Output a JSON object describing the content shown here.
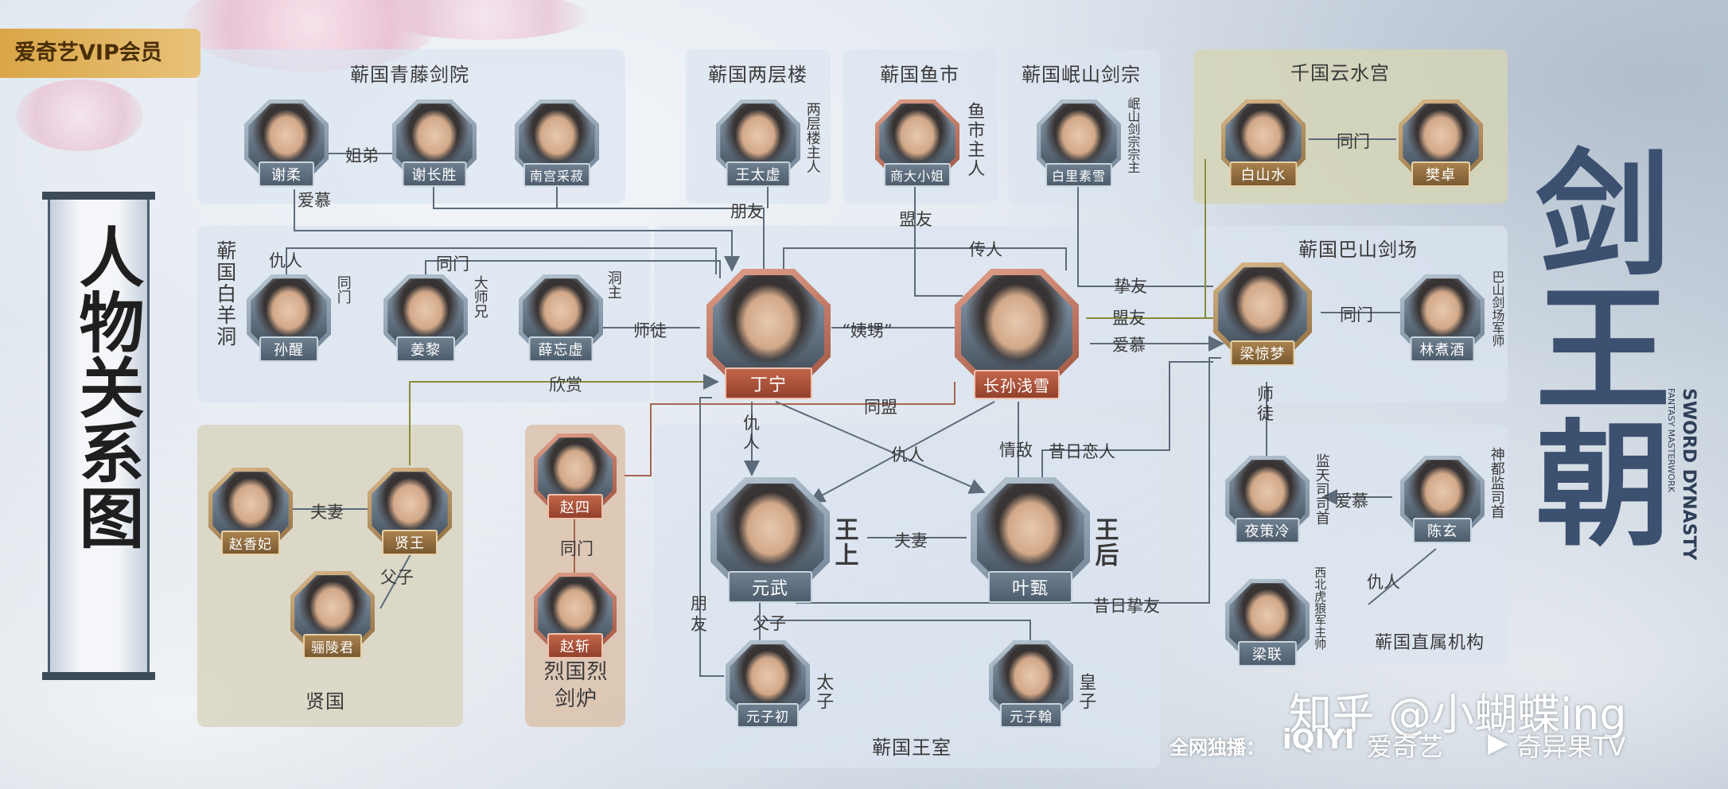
{
  "badge": "爱奇艺VIP会员",
  "title": "人物关系图",
  "logo": {
    "main": "剑王朝",
    "eng1": "SWORD DYNASTY",
    "eng2": "FANTASY MASTERWORK"
  },
  "groups": {
    "qingteng": "蕲国青藤剑院",
    "lianglou": "蕲国两层楼",
    "yushi": "蕲国鱼市",
    "minshan": "蕲国岷山剑宗",
    "yunshui": "千国云水宫",
    "baiyang": "蕲国白羊洞",
    "bashan": "蕲国巴山剑场",
    "xianguo": "贤国",
    "lieguo": "烈国烈剑炉",
    "royal": "蕲国王室",
    "zhishu": "蕲国直属机构"
  },
  "characters": {
    "xierou": "谢柔",
    "xiechangsheng": "谢长胜",
    "nangong": "南宫采菽",
    "wangtaixu": "王太虚",
    "shangxiaojie": "商大小姐",
    "baili": "白里素雪",
    "baishanshui": "白山水",
    "fanzhuo": "樊卓",
    "sunxing": "孙醒",
    "jiangli": "姜黎",
    "xuewangxu": "薛忘虚",
    "dingning": "丁宁",
    "zhangsun": "长孙浅雪",
    "liangjingmeng": "梁惊梦",
    "linzhujiu": "林煮酒",
    "zhaoxiangfei": "赵香妃",
    "xianwang": "贤王",
    "lilingjun": "骊陵君",
    "zhaosi": "赵四",
    "zhaozhan": "赵斩",
    "yuanwu": "元武",
    "yezhen": "叶甄",
    "yezheleng": "夜策冷",
    "chenxuan": "陈玄",
    "lianglian": "梁联",
    "yuanchu": "元子初",
    "yuanhan": "元子翰"
  },
  "titles": {
    "wangtaixu": "两层楼主人",
    "shang": "鱼市主人",
    "baili": "岷山剑宗宗主",
    "sunxing": "同门",
    "jiangli": "大师兄",
    "xuewangxu": "洞主",
    "linzhujiu": "巴山剑场军师",
    "yuanwu": "王上",
    "yezhen": "王后",
    "yezheleng": "监天司司首",
    "chenxuan": "神都监司首",
    "lianglian": "西北虎狼军主帅",
    "yuanchu": "太子",
    "yuanhan": "皇子"
  },
  "relations": {
    "jiedi": "姐弟",
    "aimu1": "爱慕",
    "pengyou1": "朋友",
    "mengyou1": "盟友",
    "chuanren": "传人",
    "chouren1": "仇人",
    "tongmen1": "同门",
    "zhiyou": "挚友",
    "mengyou2": "盟友",
    "aimu2": "爱慕",
    "shitu1": "师徒",
    "yisheng": "“姨甥”",
    "tongmen_yun": "同门",
    "tongmen_ba": "同门",
    "xinshang": "欣赏",
    "tongmeng": "同盟",
    "chouren2": "仇人",
    "chouren3": "仇人",
    "qingdi": "情敌",
    "xirilianren": "昔日恋人",
    "shitu2": "师徒",
    "fuqi1": "夫妻",
    "fuqi2": "夫妻",
    "fuzi1": "父子",
    "fuzi2": "父子",
    "tongmen_lie": "同门",
    "aimu3": "爱慕",
    "pengyou2": "朋友",
    "xirizhiyou": "昔日挚友",
    "chouren4": "仇人"
  },
  "watermark": {
    "zhihu": "知乎 @小蝴蝶ing",
    "exclusive": "全网独播：",
    "iqiyi_logo": "iQIYI",
    "iqiyi": "爱奇艺",
    "qiyiguo": "奇异果TV"
  },
  "colors": {
    "line": "#5d6b7a",
    "gold_line": "#8a8a3c",
    "red_line": "#a8654f"
  }
}
